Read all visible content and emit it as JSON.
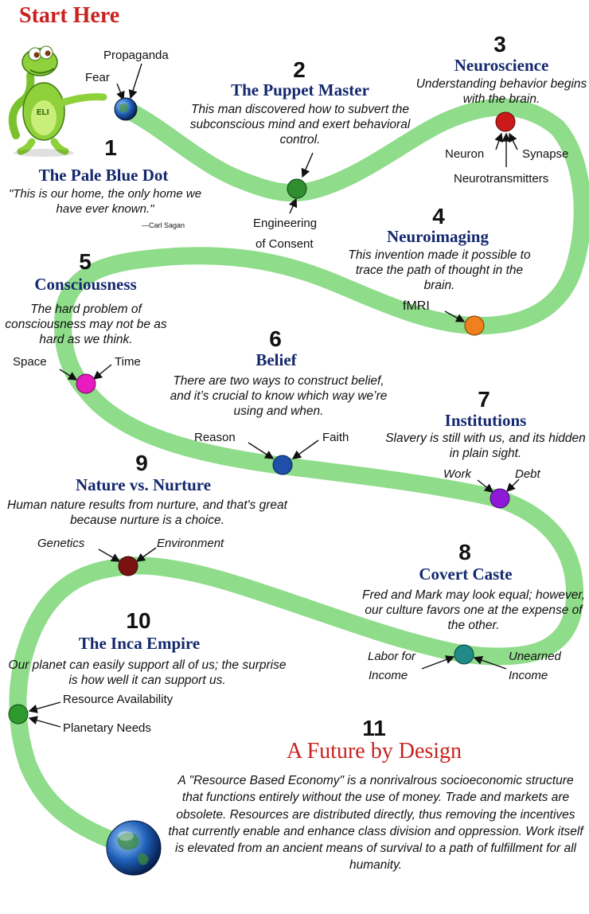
{
  "header": {
    "title": "Start Here"
  },
  "stations": [
    {
      "number": "1",
      "title": "The Pale Blue Dot",
      "quote": "\"This is our home, the only home we have ever known.\"",
      "attribution": "—Carl Sagan",
      "labels": [
        "Fear",
        "Propaganda"
      ],
      "color": "#1b6fd6"
    },
    {
      "number": "2",
      "title": "The Puppet Master",
      "text": "This man discovered how to subvert the subconscious mind and exert behavioral control.",
      "labels": [
        "Engineering",
        "of Consent"
      ],
      "color": "#2f8f2f"
    },
    {
      "number": "3",
      "title": "Neuroscience",
      "text": "Understanding behavior begins with the brain.",
      "labels": [
        "Neuron",
        "Synapse",
        "Neurotransmitters"
      ],
      "color": "#cc1a1a"
    },
    {
      "number": "4",
      "title": "Neuroimaging",
      "text": "This invention made it possible to trace the path of thought in the brain.",
      "labels": [
        "fMRI"
      ],
      "color": "#f0801e"
    },
    {
      "number": "5",
      "title": "Consciousness",
      "text": "The hard problem of consciousness may not be as hard as we think.",
      "labels": [
        "Space",
        "Time"
      ],
      "color": "#e81bbe"
    },
    {
      "number": "6",
      "title": "Belief",
      "text": "There are two ways to construct belief, and it’s crucial to know which way we’re using and when.",
      "labels": [
        "Reason",
        "Faith"
      ],
      "color": "#1f4fa8"
    },
    {
      "number": "7",
      "title": "Institutions",
      "text": "Slavery is still with us, and its hidden in plain sight.",
      "labels": [
        "Work",
        "Debt"
      ],
      "color": "#8e1ad8"
    },
    {
      "number": "8",
      "title": "Covert Caste",
      "text": "Fred and Mark may look equal; however, our culture favors one at the expense of the other.",
      "labels": [
        "Labor for",
        "Income",
        "Unearned",
        "Income"
      ],
      "color": "#1f8a86"
    },
    {
      "number": "9",
      "title": "Nature vs. Nurture",
      "text": "Human nature results from nurture, and that's great because nurture is a choice.",
      "labels": [
        "Genetics",
        "Environment"
      ],
      "color": "#7a1212"
    },
    {
      "number": "10",
      "title": "The Inca Empire",
      "text": "Our planet can easily support all of us; the surprise is how well it can support us.",
      "labels": [
        "Resource Availability",
        "Planetary Needs"
      ],
      "color": "#2e9a2e"
    },
    {
      "number": "11",
      "title": "A Future by Design",
      "text": "A \"Resource Based Economy\" is a nonrivalrous socioeconomic structure that functions entirely without the use of money. Trade and markets are obsolete. Resources are distributed directly, thus removing the incentives that currently enable and enhance class division and oppression. Work itself is elevated from an ancient means of survival to a path of fulfillment for all humanity."
    }
  ],
  "mascot": {
    "shirt_text": "ELI"
  },
  "path_color": "#8fdc8a"
}
